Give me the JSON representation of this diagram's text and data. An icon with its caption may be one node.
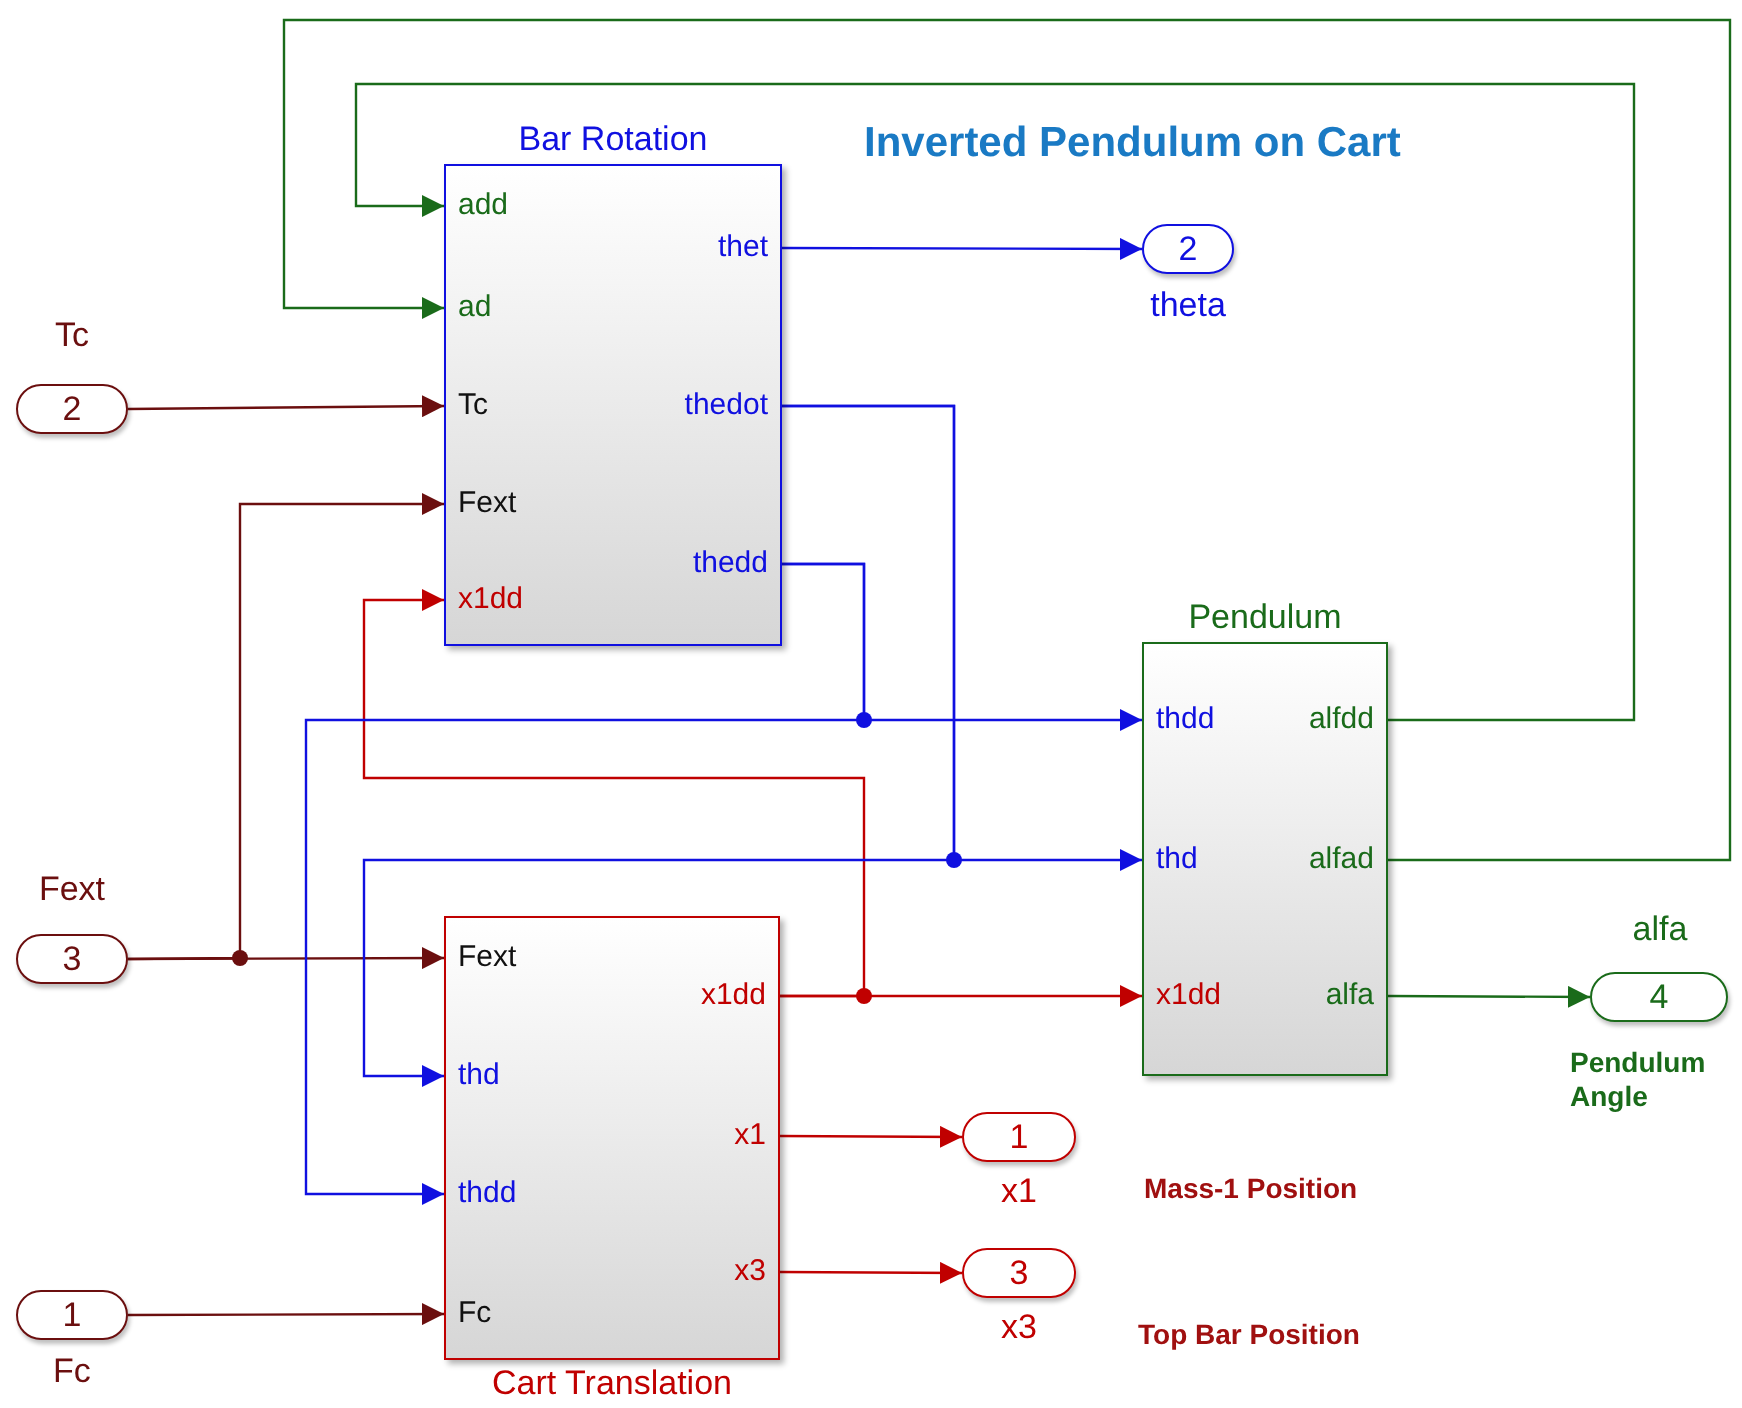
{
  "diagram": {
    "title": "Inverted Pendulum on Cart",
    "nodes": [
      {
        "text": [
          "Bar Rotation"
        ]
      },
      {
        "text": [
          "add"
        ],
        "in": 0
      },
      {
        "text": [
          "ad"
        ],
        "in": 0
      },
      {
        "text": [
          "Tc"
        ],
        "in": 0
      },
      {
        "text": [
          "Fext"
        ],
        "in": 0
      },
      {
        "text": [
          "x1dd"
        ],
        "in": 0
      },
      {
        "text": [
          "thet"
        ],
        "in": 0
      },
      {
        "text": [
          "thedot"
        ],
        "in": 0
      },
      {
        "text": [
          "thedd"
        ],
        "in": 0
      },
      {
        "text": [
          "Pendulum"
        ]
      },
      {
        "text": [
          "thdd"
        ],
        "in": 9
      },
      {
        "text": [
          "thd"
        ],
        "in": 9
      },
      {
        "text": [
          "x1dd"
        ],
        "in": 9
      },
      {
        "text": [
          "alfdd"
        ],
        "in": 9
      },
      {
        "text": [
          "alfad"
        ],
        "in": 9
      },
      {
        "text": [
          "alfa"
        ],
        "in": 9
      },
      {
        "text": [
          "Cart Translation"
        ]
      },
      {
        "text": [
          "Fext"
        ],
        "in": 16
      },
      {
        "text": [
          "thd"
        ],
        "in": 16
      },
      {
        "text": [
          "thdd"
        ],
        "in": 16
      },
      {
        "text": [
          "Fc"
        ],
        "in": 16
      },
      {
        "text": [
          "x1dd"
        ],
        "in": 16
      },
      {
        "text": [
          "x1"
        ],
        "in": 16
      },
      {
        "text": [
          "x3"
        ],
        "in": 16
      },
      {
        "text": [
          "2"
        ],
        "beside": [
          "Tc"
        ]
      },
      {
        "text": [
          "3"
        ],
        "beside": [
          "Fext"
        ]
      },
      {
        "text": [
          "1"
        ],
        "beside": [
          "Fc"
        ]
      },
      {
        "text": [
          "2"
        ],
        "beside": [
          "theta"
        ]
      },
      {
        "text": [
          "4"
        ],
        "beside": [
          "alfa",
          "Pendulum Angle"
        ]
      },
      {
        "text": [
          "1"
        ],
        "beside": [
          "x1"
        ]
      },
      {
        "text": [
          "3"
        ],
        "beside": [
          "x3"
        ]
      }
    ],
    "edges": [
      {
        "from": 13,
        "to": 1,
        "arrow": "to",
        "color": "#1a6b1a"
      },
      {
        "from": 14,
        "to": 2,
        "arrow": "to",
        "color": "#1a6b1a"
      },
      {
        "from": 24,
        "to": 3,
        "arrow": "to",
        "color": "#6b0f0f"
      },
      {
        "from": 25,
        "to": 4,
        "arrow": "to",
        "color": "#6b0f0f"
      },
      {
        "from": 25,
        "to": 17,
        "arrow": "to",
        "color": "#6b0f0f"
      },
      {
        "from": 21,
        "to": 5,
        "arrow": "to",
        "color": "#c00000"
      },
      {
        "from": 21,
        "to": 12,
        "arrow": "to",
        "color": "#c00000"
      },
      {
        "from": 6,
        "to": 27,
        "arrow": "to"
      },
      {
        "from": 7,
        "to": 11,
        "arrow": "to"
      },
      {
        "from": 7,
        "to": 18,
        "arrow": "to"
      },
      {
        "from": 8,
        "to": 10,
        "arrow": "to"
      },
      {
        "from": 8,
        "to": 19,
        "arrow": "to"
      },
      {
        "from": 15,
        "to": 28,
        "arrow": "to",
        "color": "#1a6b1a"
      },
      {
        "from": 22,
        "to": 29,
        "arrow": "to",
        "color": "#c00000"
      },
      {
        "from": 23,
        "to": 30,
        "arrow": "to",
        "color": "#c00000"
      },
      {
        "from": 26,
        "to": 20,
        "arrow": "to",
        "color": "#6b0f0f"
      }
    ],
    "labels": [
      "Mass-1 Position",
      "Top Bar Position"
    ]
  }
}
